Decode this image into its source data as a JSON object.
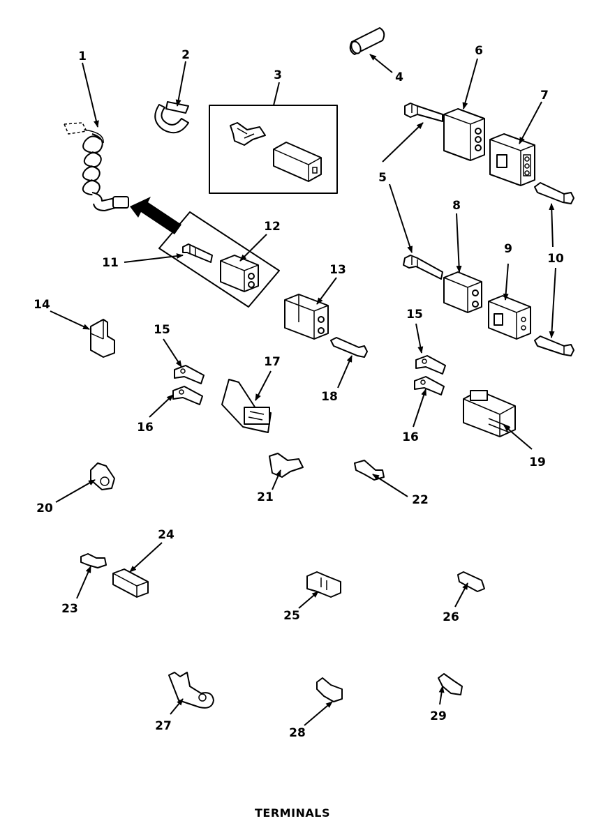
{
  "caption": "TERMINALS",
  "callouts": [
    "1",
    "2",
    "3",
    "4",
    "5",
    "6",
    "7",
    "8",
    "9",
    "10",
    "11",
    "12",
    "13",
    "14",
    "15",
    "16",
    "17",
    "18",
    "15",
    "16",
    "19",
    "20",
    "21",
    "22",
    "23",
    "24",
    "25",
    "26",
    "27",
    "28",
    "29"
  ]
}
